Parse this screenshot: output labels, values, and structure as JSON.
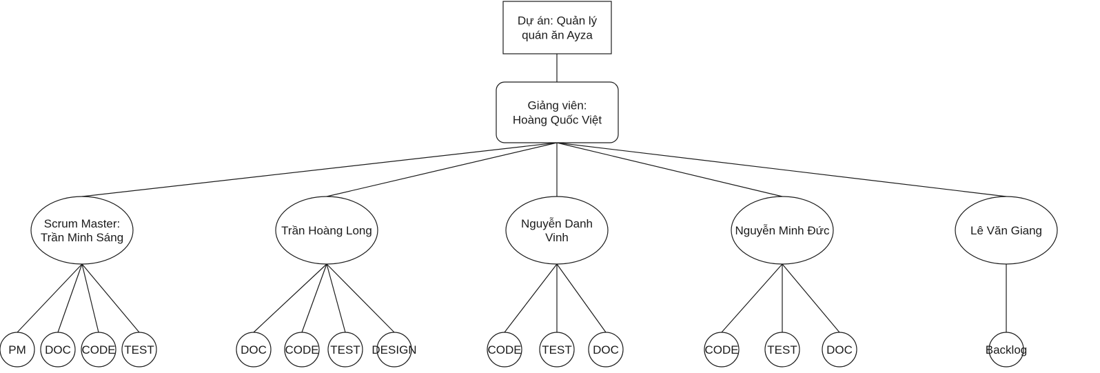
{
  "diagram": {
    "project": {
      "lines": [
        "Dự án: Quản lý",
        "quán ăn Ayza"
      ]
    },
    "lecturer": {
      "lines": [
        "Giảng viên:",
        "Hoàng Quốc Việt"
      ]
    },
    "members": [
      {
        "lines": [
          "Scrum Master:",
          "Trần Minh Sáng"
        ],
        "tasks": [
          "PM",
          "DOC",
          "CODE",
          "TEST"
        ]
      },
      {
        "lines": [
          "Trần Hoàng Long"
        ],
        "tasks": [
          "DOC",
          "CODE",
          "TEST",
          "DESIGN"
        ]
      },
      {
        "lines": [
          "Nguyễn Danh",
          "Vinh"
        ],
        "tasks": [
          "CODE",
          "TEST",
          "DOC"
        ]
      },
      {
        "lines": [
          "Nguyễn Minh Đức"
        ],
        "tasks": [
          "CODE",
          "TEST",
          "DOC"
        ]
      },
      {
        "lines": [
          "Lê Văn Giang"
        ],
        "tasks": [
          "Backlog"
        ]
      }
    ]
  }
}
